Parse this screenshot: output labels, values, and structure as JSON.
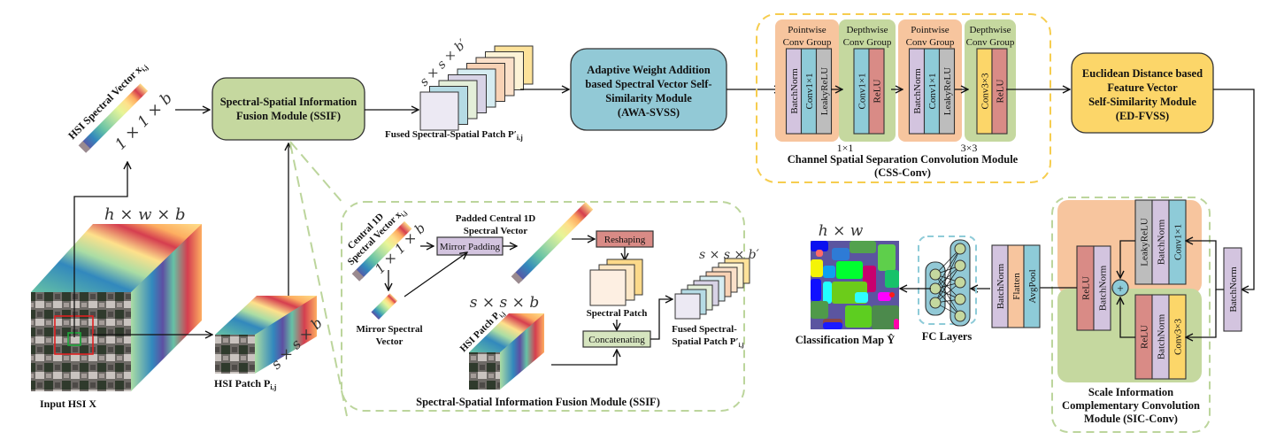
{
  "diagram": {
    "input": {
      "label": "Input HSI X",
      "dims": "h × w × b"
    },
    "spectral_vector": {
      "label": "HSI Spectral Vector x",
      "subscript": "i,j",
      "dims": "1 × 1 × b"
    },
    "hsi_patch": {
      "label": "HSI Patch P",
      "subscript": "i,j",
      "dims": "s × s × b"
    },
    "ssif_box": {
      "line1": "Spectral-Spatial Information",
      "line2": "Fusion Module (SSIF)"
    },
    "fused_patch": {
      "label": "Fused Spectral-Spatial Patch P′",
      "subscript": "i,j",
      "dims": "s × s × b′"
    },
    "awa_box": {
      "line1": "Adaptive Weight Addition",
      "line2": "based Spectral Vector Self-",
      "line3": "Similarity Module",
      "line4": "(AWA-SVSS)"
    },
    "css_conv": {
      "title1": "Channel Spatial Separation Convolution Module",
      "title2": "(CSS-Conv)",
      "groups": [
        {
          "title1": "Pointwise",
          "title2": "Conv Group",
          "layers": [
            "BatchNorm",
            "Conv1×1",
            "LeakyReLU"
          ]
        },
        {
          "title1": "Depthwise",
          "title2": "Conv Group",
          "layers": [
            "Conv1×1",
            "ReLU"
          ]
        },
        {
          "title1": "Pointwise",
          "title2": "Conv Group",
          "layers": [
            "BatchNorm",
            "Conv1×1",
            "LeakyReLU"
          ]
        },
        {
          "title1": "Depthwise",
          "title2": "Conv Group",
          "layers": [
            "Conv3×3",
            "ReLU"
          ]
        }
      ],
      "scale_labels": [
        "1×1",
        "3×3"
      ]
    },
    "ed_box": {
      "line1": "Euclidean Distance based",
      "line2": "Feature Vector",
      "line3": "Self-Similarity Module",
      "line4": "(ED-FVSS)"
    },
    "sic_conv": {
      "title1": "Scale Information",
      "title2": "Complementary Convolution",
      "title3": "Module (SIC-Conv)",
      "input_layer": "BatchNorm",
      "upper_branch": [
        "LeakyReLU",
        "BatchNorm",
        "Conv1×1"
      ],
      "lower_branch": [
        "ReLU",
        "BatchNorm",
        "Conv3×3"
      ],
      "output_layers": [
        "ReLU",
        "BatchNorm"
      ],
      "add_symbol": "+"
    },
    "head_layers": [
      "BatchNorm",
      "Flatten",
      "AvgPool"
    ],
    "fc_layers": {
      "label": "FC Layers"
    },
    "classification": {
      "label": "Classification Map Ŷ",
      "dims": "h × w"
    },
    "ssif_detail": {
      "title": "Spectral-Spatial Information Fusion Module (SSIF)",
      "central_vector_line1": "Central 1D",
      "central_vector_line2": "Spectral Vector x",
      "central_vector_sub": "i,j",
      "central_dims": "1 × 1 × b",
      "mirror_padding": "Mirror Padding",
      "mirror_vector_line1": "Mirror Spectral",
      "mirror_vector_line2": "Vector",
      "padded_line1": "Padded Central 1D",
      "padded_line2": "Spectral Vector",
      "reshaping": "Reshaping",
      "spectral_patch": "Spectral Patch",
      "concatenating": "Concatenating",
      "hsi_patch_label": "HSI Patch P",
      "hsi_patch_sub": "i,j",
      "hsi_patch_dims": "s × s × b",
      "fused_line1": "Fused Spectral-",
      "fused_line2": "Spatial Patch P′",
      "fused_sub": "i,j",
      "fused_dims": "s × s × b′"
    },
    "colors": {
      "ssif_green": "#c5d89f",
      "awa_blue": "#92c9d6",
      "ed_yellow": "#fcd669",
      "orange_group": "#f7c59e",
      "green_group": "#c5d89f",
      "batchnorm_purple": "#d3c4df",
      "conv_blue": "#8ecbd8",
      "leaky_gray": "#bdbdbd",
      "relu_red": "#d98b86",
      "conv3_yellow": "#fcd669",
      "flatten_orange": "#f7c59e",
      "dash_yellow": "#f6cd4f",
      "dash_green": "#bcd59c",
      "dash_blue": "#8ecbd8"
    }
  }
}
